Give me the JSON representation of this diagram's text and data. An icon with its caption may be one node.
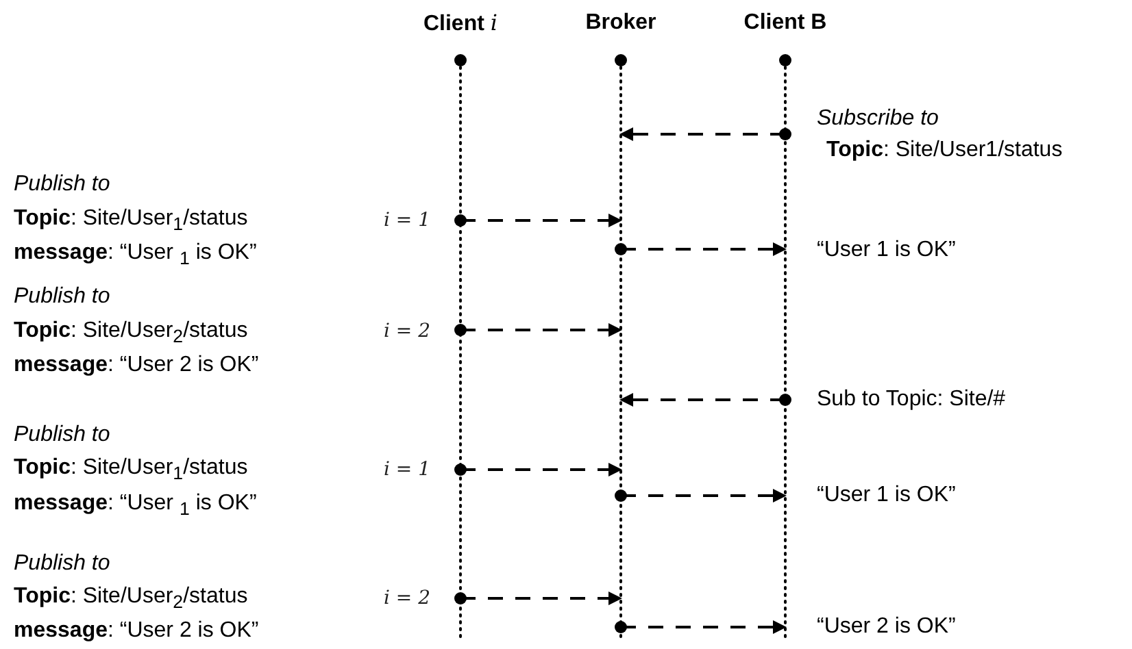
{
  "diagram": {
    "nodes": [
      {
        "text": [
          "Client *i*"
        ]
      },
      {
        "text": [
          "Broker"
        ]
      },
      {
        "text": [
          "Client B"
        ]
      }
    ],
    "edges": [
      {
        "from": 2,
        "to": 1,
        "arrow": "to",
        "style": "dashed"
      },
      {
        "from": 0,
        "to": 1,
        "arrow": "to",
        "style": "dashed"
      },
      {
        "from": 1,
        "to": 2,
        "arrow": "to",
        "style": "dashed"
      },
      {
        "from": 0,
        "to": 1,
        "arrow": "to",
        "style": "dashed"
      },
      {
        "from": 2,
        "to": 1,
        "arrow": "to",
        "style": "dashed"
      },
      {
        "from": 0,
        "to": 1,
        "arrow": "to",
        "style": "dashed"
      },
      {
        "from": 1,
        "to": 2,
        "arrow": "to",
        "style": "dashed"
      },
      {
        "from": 0,
        "to": 1,
        "arrow": "to",
        "style": "dashed"
      },
      {
        "from": 1,
        "to": 2,
        "arrow": "to",
        "style": "dashed"
      }
    ],
    "labels": [
      "Subscribe to",
      "**Topic**: Site/User1/status",
      "Publish to",
      "**Topic**: Site/User$_{1}$/status",
      "i = 1",
      "**message**: “User $_{1}$ is OK”",
      "“User 1 is OK”",
      "Publish to",
      "**Topic**: Site/User$_{2}$/status",
      "i = 2",
      "**message**: “User 2 is OK”",
      "Sub to Topic: Site/#",
      "Publish to",
      "**Topic**: Site/User$_{1}$/status",
      "i = 1",
      "“User 1 is OK”",
      "**message**: “User $_{1}$ is OK”",
      "Publish to",
      "**Topic**: Site/User$_{2}$/status",
      "i = 2",
      "**message**: “User 2 is OK”",
      "“User 2 is OK”"
    ]
  }
}
